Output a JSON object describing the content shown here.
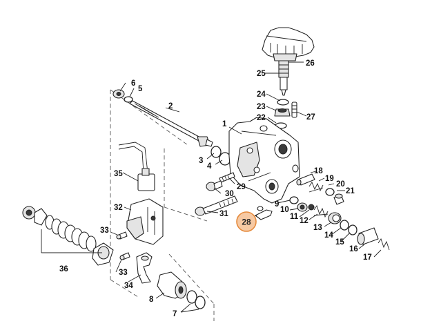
{
  "diagram": {
    "labels": {
      "l1": "1",
      "l2": "2",
      "l3": "3",
      "l4": "4",
      "l5": "5",
      "l6": "6",
      "l7": "7",
      "l8": "8",
      "l9": "9",
      "l10": "10",
      "l11": "11",
      "l12": "12",
      "l13": "13",
      "l14": "14",
      "l15": "15",
      "l16": "16",
      "l17": "17",
      "l18": "18",
      "l19": "19",
      "l20": "20",
      "l21": "21",
      "l22": "22",
      "l23": "23",
      "l24": "24",
      "l25": "25",
      "l26": "26",
      "l27": "27",
      "l28": "28",
      "l29": "29",
      "l30": "30",
      "l31": "31",
      "l32": "32",
      "l33a": "33",
      "l33b": "33",
      "l34": "34",
      "l35": "35",
      "l36": "36"
    },
    "highlighted_part": "28",
    "colors": {
      "highlight_fill": "#f6c9a3",
      "highlight_stroke": "#e58a3c",
      "line": "#222222"
    }
  }
}
